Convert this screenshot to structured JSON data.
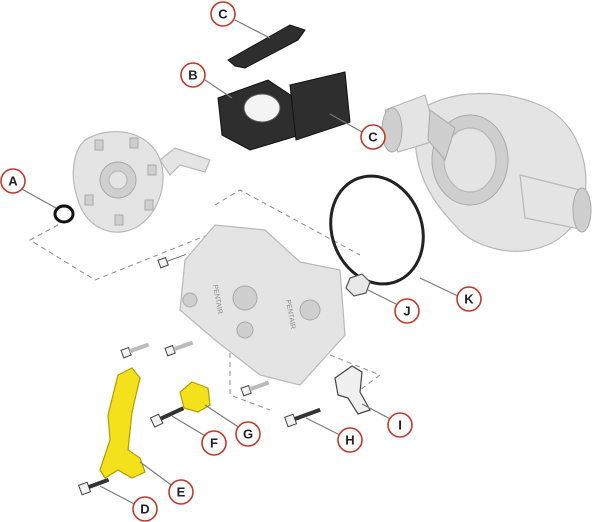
{
  "colors": {
    "callout_stroke": "#c0392b",
    "highlight_part": "#f3e21b",
    "ghost_part": "#e4e4e4",
    "dark_part": "#2e2e2e"
  },
  "callouts": [
    {
      "id": "C",
      "label": "C"
    },
    {
      "id": "B",
      "label": "B"
    },
    {
      "id": "C2",
      "label": "C"
    },
    {
      "id": "A",
      "label": "A"
    },
    {
      "id": "J",
      "label": "J"
    },
    {
      "id": "K",
      "label": "K"
    },
    {
      "id": "I",
      "label": "I"
    },
    {
      "id": "G",
      "label": "G"
    },
    {
      "id": "F",
      "label": "F"
    },
    {
      "id": "H",
      "label": "H"
    },
    {
      "id": "E",
      "label": "E"
    },
    {
      "id": "D",
      "label": "D"
    }
  ],
  "panel_labels": [
    "PENTAIR",
    "PENTAIR"
  ]
}
